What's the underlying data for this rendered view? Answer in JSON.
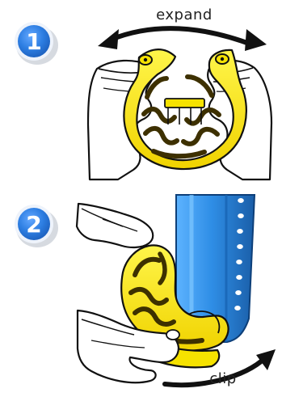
{
  "steps": [
    {
      "number": "1",
      "caption": "expand"
    },
    {
      "number": "2",
      "caption": "clip"
    }
  ],
  "colors": {
    "badge_fill": "#2d7ee2",
    "badge_ring": "#e8eef8",
    "badge_shadow": "#9ea7b8",
    "clip_yellow": "#f6e200",
    "clip_yellow_dark": "#6a5a00",
    "pole_blue": "#2f8ee6",
    "pole_blue_dark": "#1a5ea8",
    "outline": "#111111",
    "arrow": "#111111"
  }
}
